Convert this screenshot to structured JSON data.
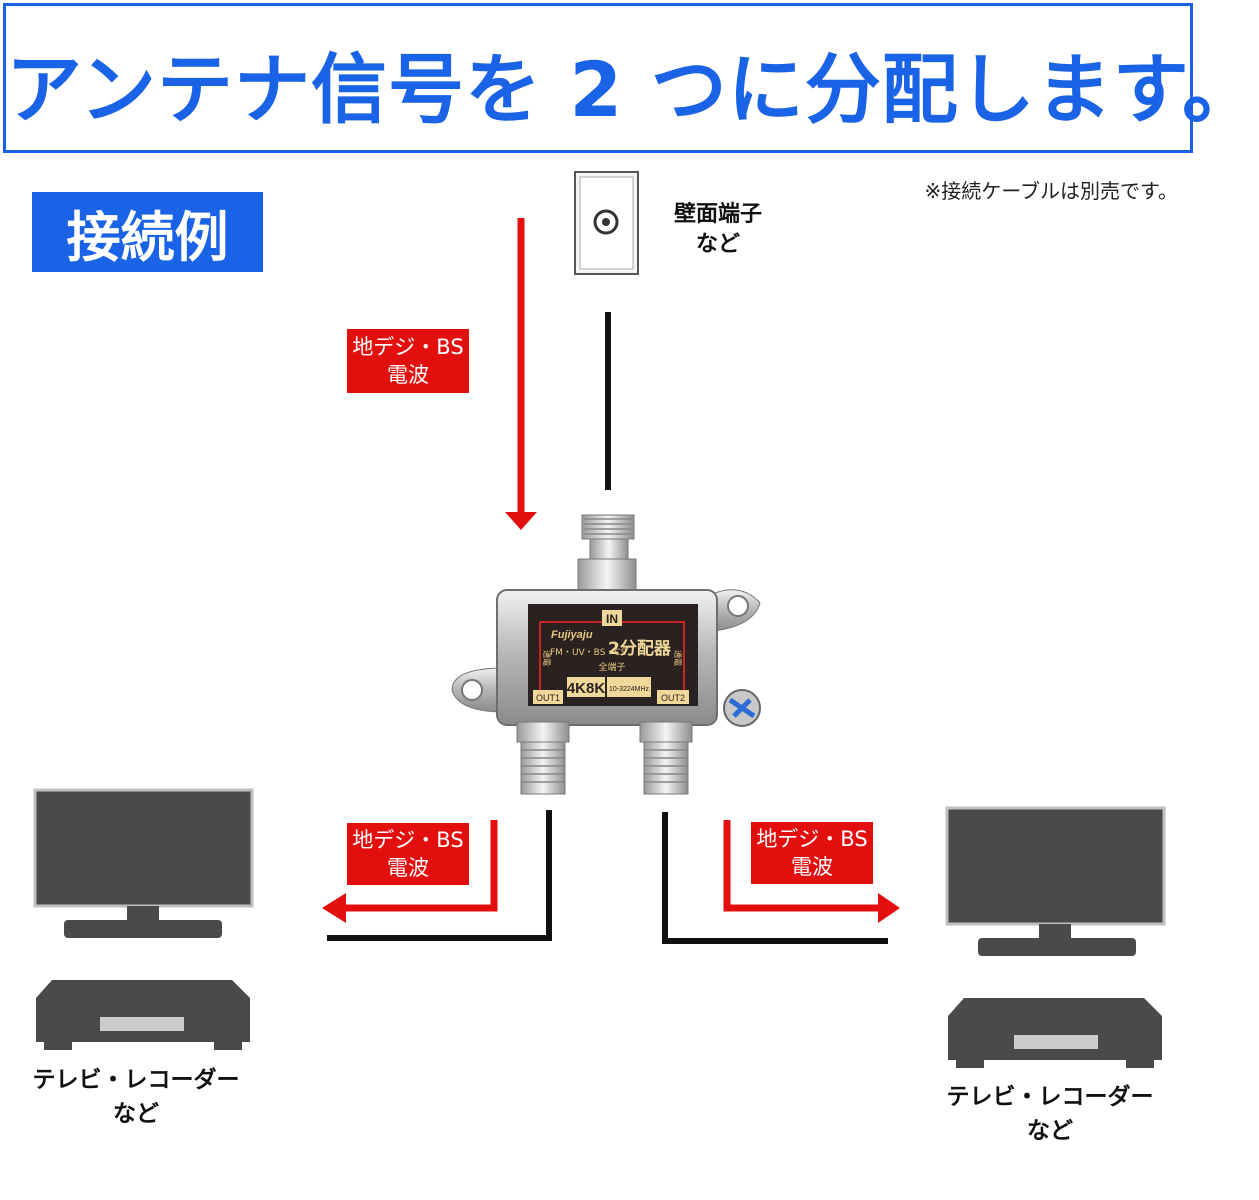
{
  "title": "アンテナ信号を 2 つに分配します。",
  "note": "※接続ケーブルは別売です。",
  "example_badge": "接続例",
  "wall_outlet": {
    "label_line1": "壁面端子",
    "label_line2": "など"
  },
  "signal_label": {
    "line1": "地デジ・BS",
    "line2": "電波"
  },
  "device_label": {
    "line1": "テレビ・レコーダー",
    "line2": "など"
  },
  "splitter": {
    "brand": "Fujiyaju",
    "in_label": "IN",
    "name": "2分配器",
    "bands": "FM・UV・BS・CS",
    "all_ports": "全端子",
    "spec": "4K8K",
    "freq": "10-3224MHz",
    "out1": "OUT1",
    "out2": "OUT2",
    "side_left": "通電",
    "side_right": "通電"
  },
  "colors": {
    "accent_blue": "#1a63e6",
    "signal_red": "#e30f0f",
    "device_gray": "#4a4a4a"
  }
}
